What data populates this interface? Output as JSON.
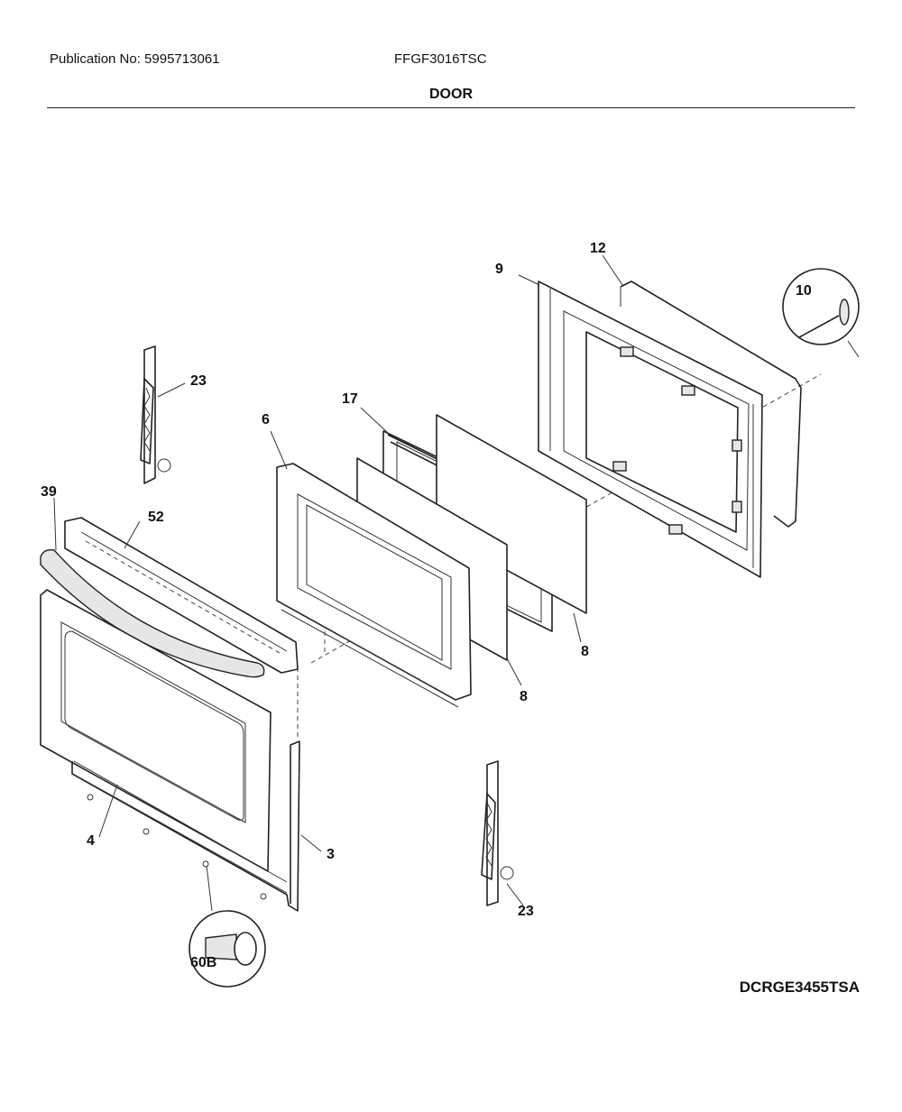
{
  "header": {
    "publication": "Publication No: 5995713061",
    "model": "FFGF3016TSC",
    "title": "DOOR"
  },
  "diagram_code": "DCRGE3455TSA",
  "parts": [
    {
      "id": "p3",
      "label": "3"
    },
    {
      "id": "p4",
      "label": "4"
    },
    {
      "id": "p6",
      "label": "6"
    },
    {
      "id": "p8a",
      "label": "8"
    },
    {
      "id": "p8b",
      "label": "8"
    },
    {
      "id": "p9",
      "label": "9"
    },
    {
      "id": "p10",
      "label": "10"
    },
    {
      "id": "p12",
      "label": "12"
    },
    {
      "id": "p17",
      "label": "17"
    },
    {
      "id": "p23a",
      "label": "23"
    },
    {
      "id": "p23b",
      "label": "23"
    },
    {
      "id": "p39",
      "label": "39"
    },
    {
      "id": "p52",
      "label": "52"
    },
    {
      "id": "p60b",
      "label": "60B"
    }
  ]
}
